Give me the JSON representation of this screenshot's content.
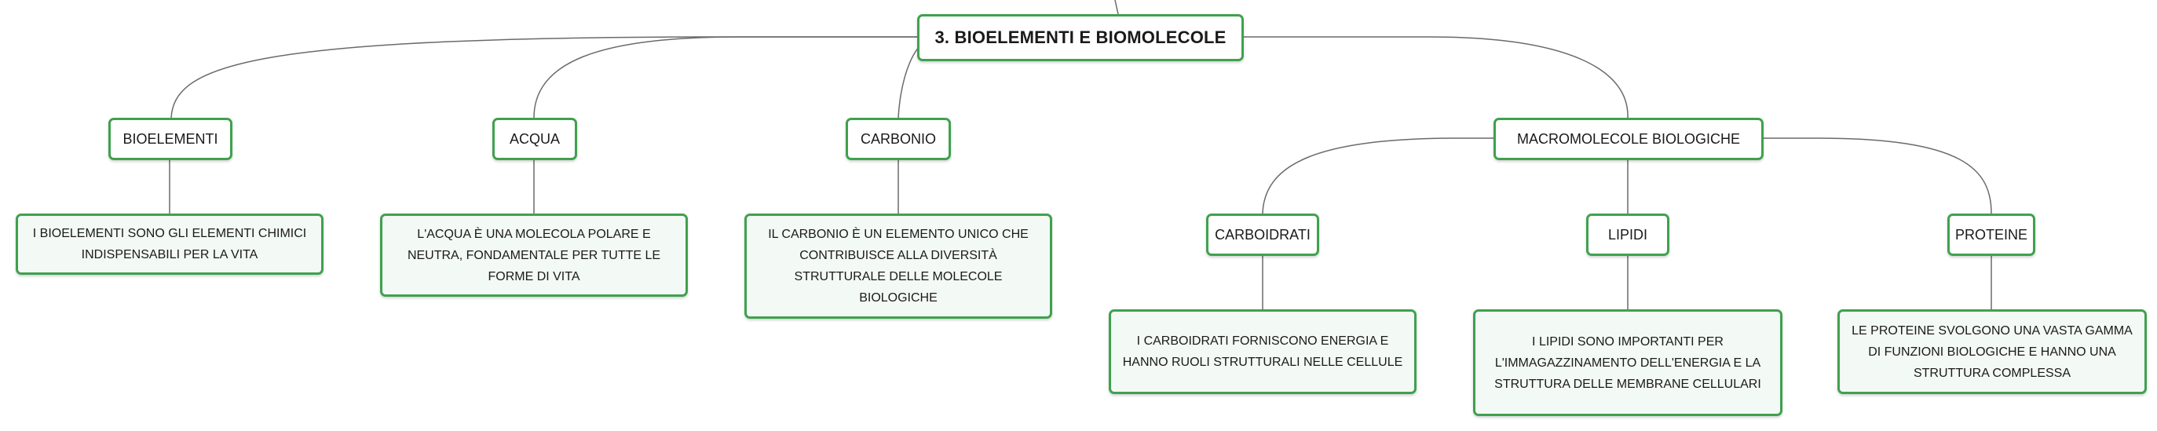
{
  "colors": {
    "node_border": "#3fa14f",
    "desc_fill": "#f3f9f4",
    "connector": "#6a6a6a",
    "text": "#1a1a1a"
  },
  "root": {
    "label": "3. BIOELEMENTI E BIOMOLECOLE"
  },
  "topics": {
    "bioelementi": {
      "label": "BIOELEMENTI",
      "description": "I BIOELEMENTI SONO GLI ELEMENTI CHIMICI INDISPENSABILI PER LA VITA"
    },
    "acqua": {
      "label": "ACQUA",
      "description": "L'ACQUA È UNA MOLECOLA POLARE E NEUTRA, FONDAMENTALE PER TUTTE LE FORME DI VITA"
    },
    "carbonio": {
      "label": "CARBONIO",
      "description": "IL CARBONIO È UN ELEMENTO UNICO CHE CONTRIBUISCE ALLA DIVERSITÀ STRUTTURALE DELLE MOLECOLE BIOLOGICHE"
    },
    "macromolecole": {
      "label": "MACROMOLECOLE BIOLOGICHE"
    }
  },
  "subtopics": {
    "carboidrati": {
      "label": "CARBOIDRATI",
      "description": "I CARBOIDRATI FORNISCONO ENERGIA E HANNO RUOLI STRUTTURALI NELLE CELLULE"
    },
    "lipidi": {
      "label": "LIPIDI",
      "description": "I LIPIDI SONO IMPORTANTI PER L'IMMAGAZZINAMENTO DELL'ENERGIA E LA STRUTTURA DELLE MEMBRANE CELLULARI"
    },
    "proteine": {
      "label": "PROTEINE",
      "description": "LE PROTEINE SVOLGONO UNA VASTA GAMMA DI FUNZIONI BIOLOGICHE E HANNO UNA STRUTTURA COMPLESSA"
    }
  }
}
